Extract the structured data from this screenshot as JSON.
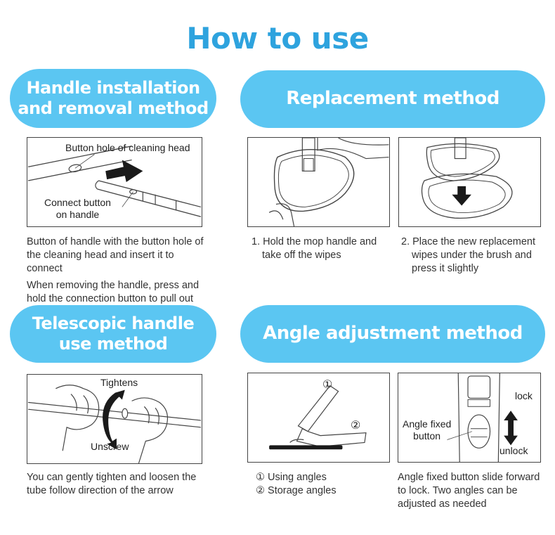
{
  "page": {
    "title": "How to use"
  },
  "sections": {
    "handle": {
      "heading_line1": "Handle installation",
      "heading_line2": "and removal method",
      "label_hole": "Button hole of cleaning head",
      "label_connect_line1": "Connect button",
      "label_connect_line2": "on handle",
      "caption1": "Button of handle with the button hole of the cleaning head and insert it to connect",
      "caption2": "When removing the handle, press and hold the connection button to pull out"
    },
    "replacement": {
      "heading": "Replacement method",
      "step1_line1": "1. Hold the mop handle and",
      "step1_line2": "take off the wipes",
      "step2_line1": "2. Place the new replacement",
      "step2_line2": "wipes under the brush and",
      "step2_line3": "press it slightly"
    },
    "telescopic": {
      "heading_line1": "Telescopic handle",
      "heading_line2": "use method",
      "label_tightens": "Tightens",
      "label_unscrew": "Unscrew",
      "caption_line1": "You can gently tighten and loosen the",
      "caption_line2": "tube follow direction of the arrow"
    },
    "angle": {
      "heading": "Angle adjustment method",
      "marker1": "①",
      "marker2": "②",
      "legend1": "① Using angles",
      "legend2": "② Storage angles",
      "label_lock": "lock",
      "label_unlock": "unlock",
      "label_button_line1": "Angle fixed",
      "label_button_line2": "button",
      "caption_line1": "Angle fixed button slide forward",
      "caption_line2": "to lock. Two angles can be",
      "caption_line3": "adjusted as needed"
    }
  },
  "colors": {
    "title": "#2ea3de",
    "pill": "#5bc6f2",
    "line": "#444444"
  }
}
